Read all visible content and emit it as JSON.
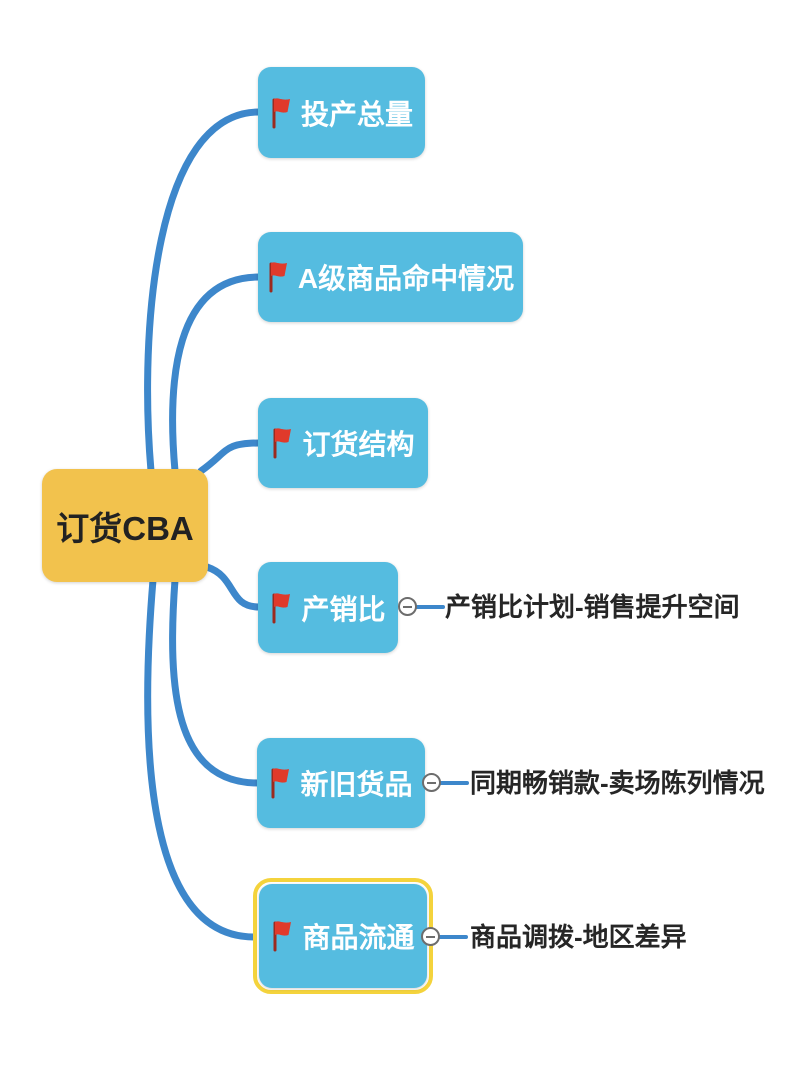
{
  "diagram": {
    "root": {
      "label": "订货CBA"
    },
    "branches": [
      {
        "label": "投产总量",
        "icon": "red-flag-icon",
        "selected": false
      },
      {
        "label": "A级商品命中情况",
        "icon": "red-flag-icon",
        "selected": false
      },
      {
        "label": "订货结构",
        "icon": "red-flag-icon",
        "selected": false
      },
      {
        "label": "产销比",
        "icon": "red-flag-icon",
        "selected": false,
        "child": {
          "label": "产销比计划-销售提升空间"
        }
      },
      {
        "label": "新旧货品",
        "icon": "red-flag-icon",
        "selected": false,
        "child": {
          "label": "同期畅销款-卖场陈列情况"
        }
      },
      {
        "label": "商品流通",
        "icon": "red-flag-icon",
        "selected": true,
        "child": {
          "label": "商品调拨-地区差异"
        }
      }
    ],
    "colors": {
      "node_fill": "#55BCE0",
      "node_text": "#FFFFFF",
      "root_fill": "#F2C24D",
      "root_text": "#222222",
      "connector": "#3D87CB",
      "selection_border": "#F4D33C",
      "flag_red": "#E03A2B",
      "flag_pole": "#9B2A1F",
      "sub_text": "#262626",
      "canvas_bg": "#FFFFFF"
    }
  }
}
